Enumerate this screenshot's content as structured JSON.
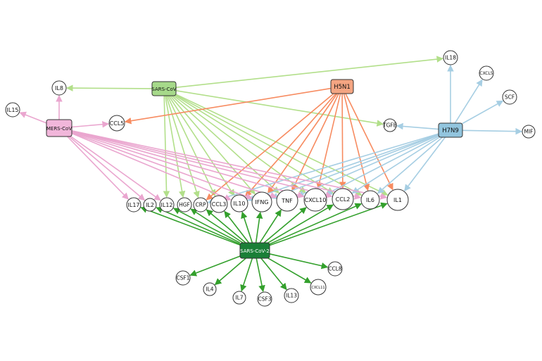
{
  "colors": {
    "sars_cov": "#a6d98a",
    "h5n1": "#f4a582",
    "h7n9": "#92c5de",
    "mers_cov": "#f1b6da",
    "sars_cov_2": "#1a7f37",
    "edge_sars_cov": "#b2df8a",
    "edge_h5n1": "#f78b60",
    "edge_h7n9": "#a6cee3",
    "edge_mers": "#eaa6cf",
    "edge_sars_cov_2": "#33a02c"
  },
  "viruses": [
    {
      "id": "SARS-CoV",
      "label": "SARS-CoV",
      "color": "#a6d98a",
      "text_color": "#111"
    },
    {
      "id": "H5N1",
      "label": "H5N1",
      "color": "#f4a582",
      "text_color": "#111"
    },
    {
      "id": "H7N9",
      "label": "H7N9",
      "color": "#92c5de",
      "text_color": "#111"
    },
    {
      "id": "MERS-CoV",
      "label": "MERS-CoV",
      "color": "#f1b6da",
      "text_color": "#111"
    },
    {
      "id": "SARS-CoV-2",
      "label": "SARS-CoV-2",
      "color": "#1a7f37",
      "text_color": "#ffffff"
    }
  ],
  "cytokines": [
    "IL8",
    "IL15",
    "CCL5",
    "IL18",
    "CXCL5",
    "SCF",
    "MIF",
    "TGFB",
    "IL17",
    "IL2",
    "IL12",
    "HGF",
    "CRP",
    "CCL3",
    "IL10",
    "IFNG",
    "TNF",
    "CXCL10",
    "CCL2",
    "IL6",
    "IL1",
    "CSF1",
    "IL4",
    "IL7",
    "CSF3",
    "IL13",
    "CXCL11",
    "CCL8"
  ],
  "edges": [
    {
      "from": "SARS-CoV",
      "to": "IL8"
    },
    {
      "from": "SARS-CoV",
      "to": "IL18"
    },
    {
      "from": "SARS-CoV",
      "to": "TGFB"
    },
    {
      "from": "SARS-CoV",
      "to": "IL12"
    },
    {
      "from": "SARS-CoV",
      "to": "HGF"
    },
    {
      "from": "SARS-CoV",
      "to": "CRP"
    },
    {
      "from": "SARS-CoV",
      "to": "CCL3"
    },
    {
      "from": "SARS-CoV",
      "to": "IL10"
    },
    {
      "from": "SARS-CoV",
      "to": "IFNG"
    },
    {
      "from": "SARS-CoV",
      "to": "TNF"
    },
    {
      "from": "SARS-CoV",
      "to": "CXCL10"
    },
    {
      "from": "SARS-CoV",
      "to": "CCL2"
    },
    {
      "from": "SARS-CoV",
      "to": "IL6"
    },
    {
      "from": "SARS-CoV",
      "to": "IL1"
    },
    {
      "from": "H5N1",
      "to": "CCL5"
    },
    {
      "from": "H5N1",
      "to": "CRP"
    },
    {
      "from": "H5N1",
      "to": "IL10"
    },
    {
      "from": "H5N1",
      "to": "IFNG"
    },
    {
      "from": "H5N1",
      "to": "TNF"
    },
    {
      "from": "H5N1",
      "to": "CXCL10"
    },
    {
      "from": "H5N1",
      "to": "CCL2"
    },
    {
      "from": "H5N1",
      "to": "IL6"
    },
    {
      "from": "H5N1",
      "to": "IL1"
    },
    {
      "from": "H7N9",
      "to": "IL18"
    },
    {
      "from": "H7N9",
      "to": "CXCL5"
    },
    {
      "from": "H7N9",
      "to": "SCF"
    },
    {
      "from": "H7N9",
      "to": "MIF"
    },
    {
      "from": "H7N9",
      "to": "TGFB"
    },
    {
      "from": "H7N9",
      "to": "CRP"
    },
    {
      "from": "H7N9",
      "to": "IL10"
    },
    {
      "from": "H7N9",
      "to": "IFNG"
    },
    {
      "from": "H7N9",
      "to": "TNF"
    },
    {
      "from": "H7N9",
      "to": "CXCL10"
    },
    {
      "from": "H7N9",
      "to": "CCL2"
    },
    {
      "from": "H7N9",
      "to": "IL6"
    },
    {
      "from": "H7N9",
      "to": "IL1"
    },
    {
      "from": "MERS-CoV",
      "to": "IL8"
    },
    {
      "from": "MERS-CoV",
      "to": "IL15"
    },
    {
      "from": "MERS-CoV",
      "to": "CCL5"
    },
    {
      "from": "MERS-CoV",
      "to": "IL17"
    },
    {
      "from": "MERS-CoV",
      "to": "IL2"
    },
    {
      "from": "MERS-CoV",
      "to": "IL12"
    },
    {
      "from": "MERS-CoV",
      "to": "IL10"
    },
    {
      "from": "MERS-CoV",
      "to": "IFNG"
    },
    {
      "from": "MERS-CoV",
      "to": "TNF"
    },
    {
      "from": "MERS-CoV",
      "to": "CXCL10"
    },
    {
      "from": "MERS-CoV",
      "to": "CCL2"
    },
    {
      "from": "MERS-CoV",
      "to": "IL6"
    },
    {
      "from": "MERS-CoV",
      "to": "IL1"
    },
    {
      "from": "SARS-CoV-2",
      "to": "IL17"
    },
    {
      "from": "SARS-CoV-2",
      "to": "IL2"
    },
    {
      "from": "SARS-CoV-2",
      "to": "IL12"
    },
    {
      "from": "SARS-CoV-2",
      "to": "HGF"
    },
    {
      "from": "SARS-CoV-2",
      "to": "CRP"
    },
    {
      "from": "SARS-CoV-2",
      "to": "CCL3"
    },
    {
      "from": "SARS-CoV-2",
      "to": "IL10"
    },
    {
      "from": "SARS-CoV-2",
      "to": "IFNG"
    },
    {
      "from": "SARS-CoV-2",
      "to": "TNF"
    },
    {
      "from": "SARS-CoV-2",
      "to": "CXCL10"
    },
    {
      "from": "SARS-CoV-2",
      "to": "CCL2"
    },
    {
      "from": "SARS-CoV-2",
      "to": "IL6"
    },
    {
      "from": "SARS-CoV-2",
      "to": "IL1"
    },
    {
      "from": "SARS-CoV-2",
      "to": "CSF1"
    },
    {
      "from": "SARS-CoV-2",
      "to": "IL4"
    },
    {
      "from": "SARS-CoV-2",
      "to": "IL7"
    },
    {
      "from": "SARS-CoV-2",
      "to": "CSF3"
    },
    {
      "from": "SARS-CoV-2",
      "to": "IL13"
    },
    {
      "from": "SARS-CoV-2",
      "to": "CXCL11"
    },
    {
      "from": "SARS-CoV-2",
      "to": "CCL8"
    }
  ]
}
